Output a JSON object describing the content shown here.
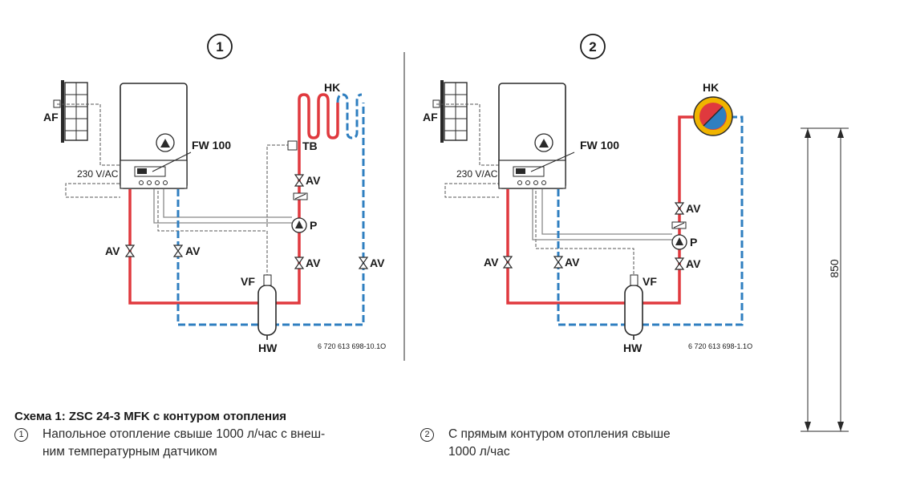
{
  "schemes": [
    {
      "number": "1",
      "labels": {
        "af": "AF",
        "fw": "FW 100",
        "power": "230 V/AC",
        "hk": "HK",
        "tb": "TB",
        "av_pump_top": "AV",
        "pump": "P",
        "av_pump_bottom": "AV",
        "av_left_red": "AV",
        "av_left_blue": "AV",
        "av_right_blue": "AV",
        "vf": "VF",
        "hw": "HW",
        "code": "6 720 613 698-10.1O"
      }
    },
    {
      "number": "2",
      "labels": {
        "af": "AF",
        "fw": "FW 100",
        "power": "230 V/AC",
        "hk": "HK",
        "av_pump_top": "AV",
        "pump": "P",
        "av_pump_bottom": "AV",
        "av_left_red": "AV",
        "av_left_blue": "AV",
        "vf": "VF",
        "hw": "HW",
        "code": "6 720 613 698-1.1O"
      }
    }
  ],
  "dimension": "850",
  "caption": "Схема 1: ZSC 24-3 MFK с контуром отопления",
  "notes": [
    {
      "marker": "1",
      "text": "Напольное отопление свыше 1000 л/час с внеш-\nним температурным датчиком"
    },
    {
      "marker": "2",
      "text": "С прямым контуром отопления свыше\n1000 л/час"
    }
  ],
  "colors": {
    "supply": "#e0393e",
    "return": "#2f7fc0",
    "line": "#2a2a2a",
    "wire": "#555555"
  }
}
